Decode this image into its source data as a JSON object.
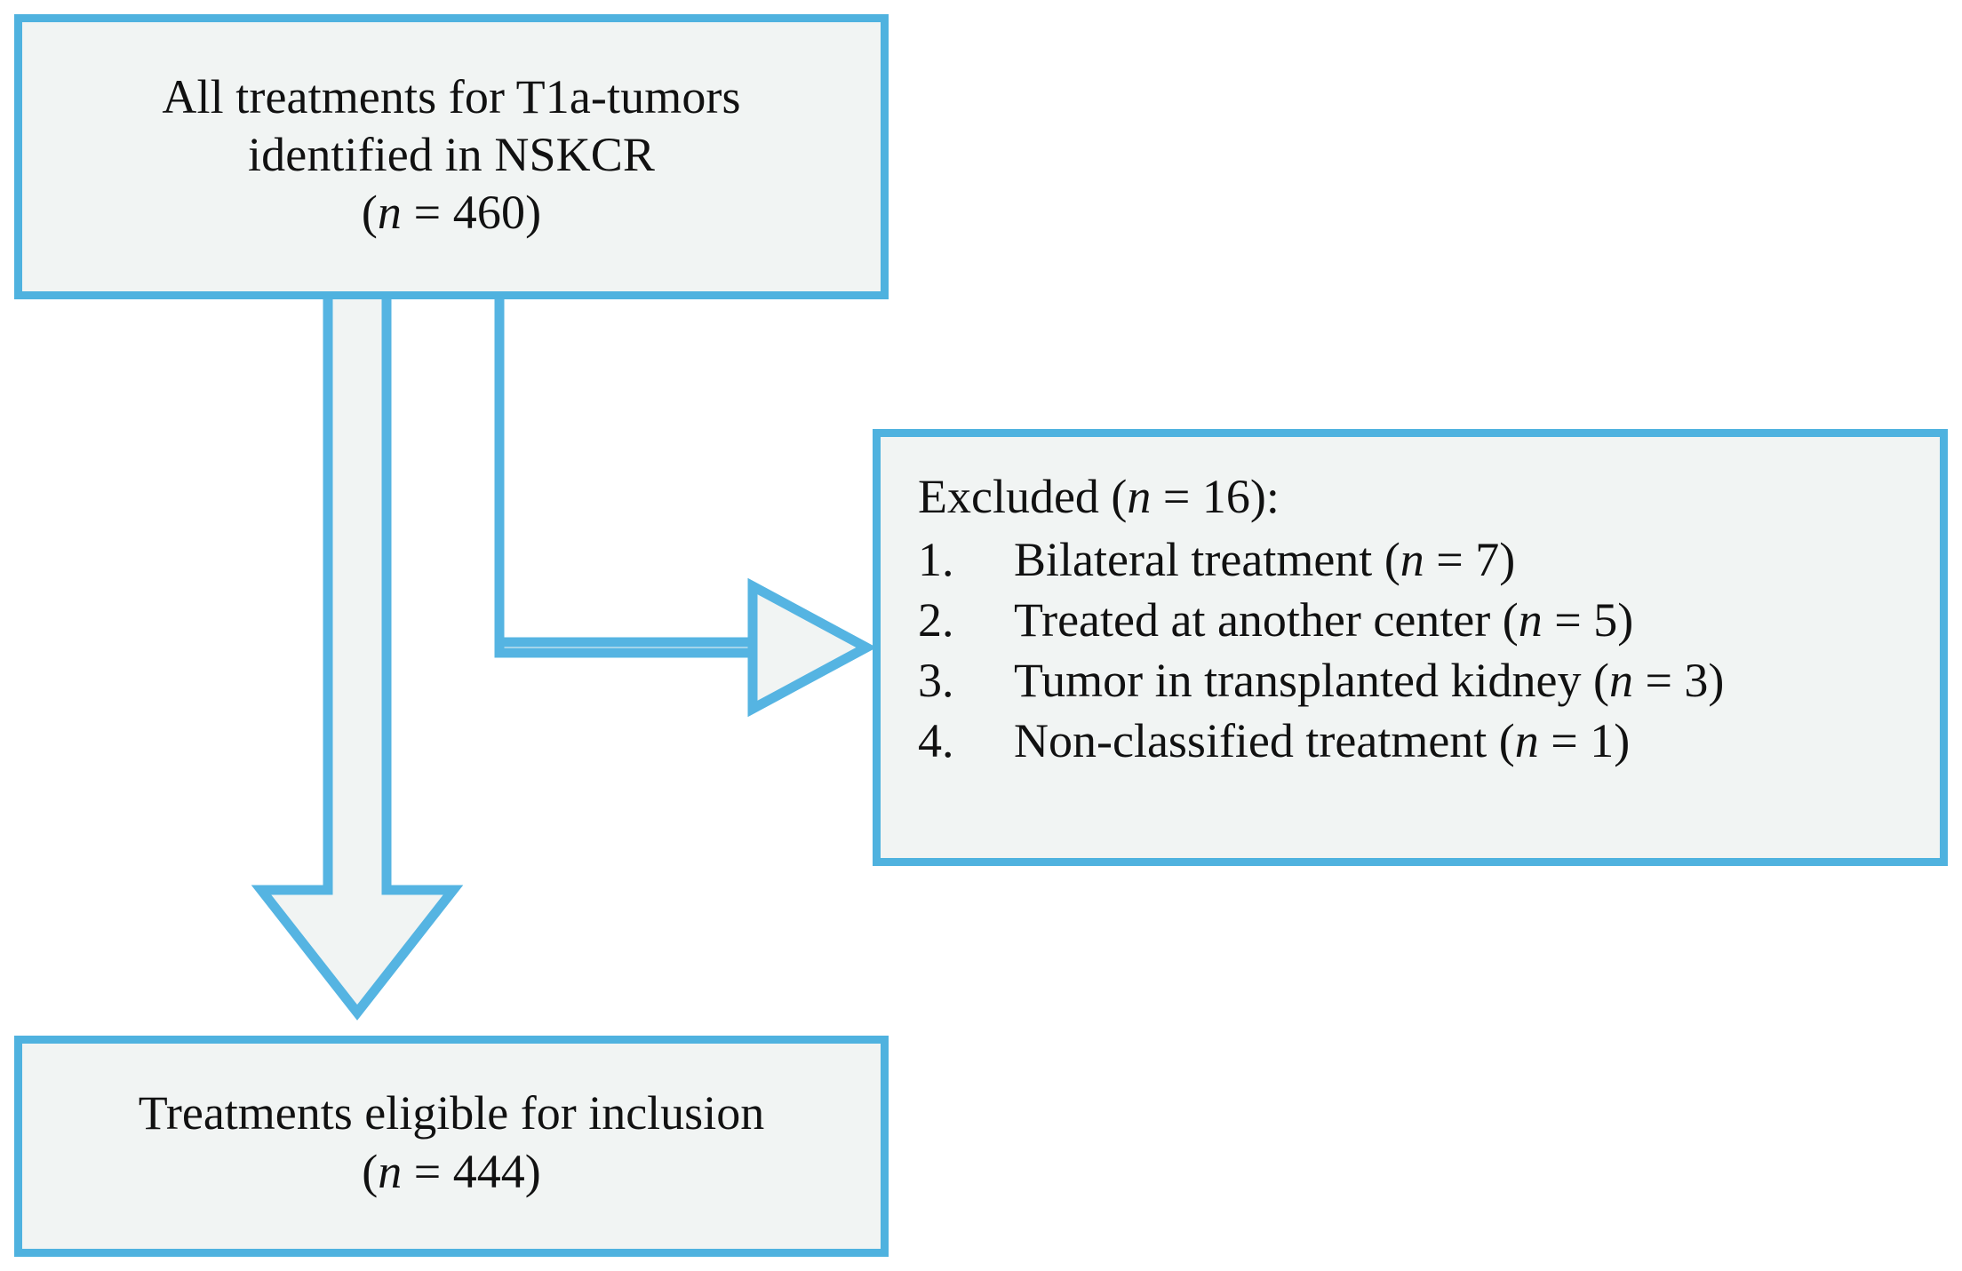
{
  "figure": {
    "type": "flowchart",
    "title": "Patient/treatment selection flow diagram",
    "colors": {
      "border": "#4FB2DF",
      "fill": "#F1F4F3",
      "arrow_stroke": "#55B4E2",
      "arrow_fill": "#F1F4F3",
      "text": "#111111",
      "background": "#FFFFFF"
    }
  },
  "nodes": {
    "source": {
      "id": "source-box",
      "line1": "All treatments for T1a-tumors",
      "line2": "identified in NSKCR",
      "count_prefix": "(",
      "count_symbol": "n",
      "count_equals": " = ",
      "count_value": "460",
      "count_suffix": ")",
      "n": 460
    },
    "excluded": {
      "id": "excluded-box",
      "heading_prefix": "Excluded (",
      "heading_symbol": "n",
      "heading_equals": " = ",
      "heading_value": "16",
      "heading_suffix": "):",
      "n": 16,
      "items": [
        {
          "marker": "1.",
          "label": "Bilateral treatment (",
          "symbol": "n",
          "equals": " = ",
          "value": "7",
          "suffix": ")",
          "n": 7
        },
        {
          "marker": "2.",
          "label": "Treated at another center (",
          "symbol": "n",
          "equals": " = ",
          "value": "5",
          "suffix": ")",
          "n": 5
        },
        {
          "marker": "3.",
          "label": "Tumor in transplanted kidney (",
          "symbol": "n",
          "equals": " = ",
          "value": "3",
          "suffix": ")",
          "n": 3
        },
        {
          "marker": "4.",
          "label": "Non-classified treatment (",
          "symbol": "n",
          "equals": " = ",
          "value": "1",
          "suffix": ")",
          "n": 1
        }
      ]
    },
    "eligible": {
      "id": "eligible-box",
      "line1": "Treatments eligible for inclusion",
      "count_prefix": "(",
      "count_symbol": "n",
      "count_equals": " = ",
      "count_value": "444",
      "count_suffix": ")",
      "n": 444
    }
  },
  "edges": [
    {
      "id": "edge-down",
      "from": "source-box",
      "to": "eligible-box",
      "direction": "down",
      "style": "hollow-block-arrow"
    },
    {
      "id": "edge-right",
      "from": "source-box",
      "to": "excluded-box",
      "direction": "right",
      "style": "hollow-block-arrow"
    }
  ]
}
